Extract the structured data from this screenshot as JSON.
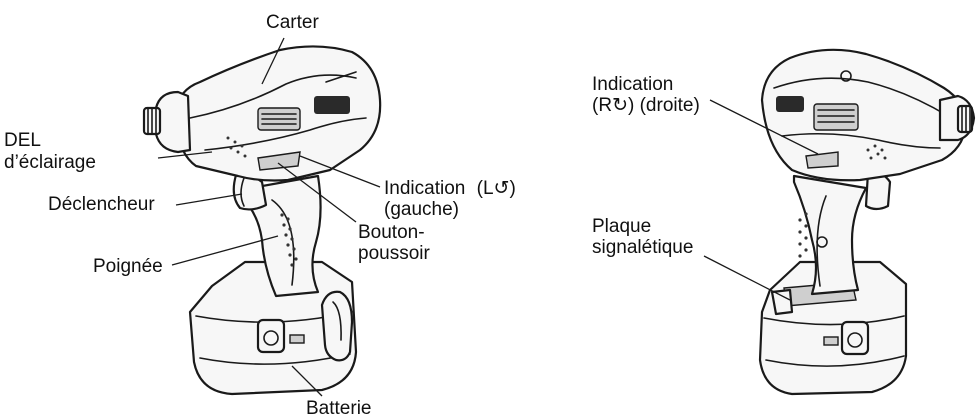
{
  "labels": {
    "carter": "Carter",
    "del_line1": "DEL",
    "del_line2": "d’éclairage",
    "declencheur": "Déclencheur",
    "poignee": "Poignée",
    "indication_gauche_line1": "Indication",
    "indication_gauche_symbol": "L",
    "indication_gauche_line2": "(gauche)",
    "bouton_line1": "Bouton-",
    "bouton_line2": "poussoir",
    "batterie": "Batterie",
    "indication_droite_line1": "Indication",
    "indication_droite_symbol": "R",
    "indication_droite_line2": "(droite)",
    "plaque_line1": "Plaque",
    "plaque_line2": "signalétique"
  }
}
